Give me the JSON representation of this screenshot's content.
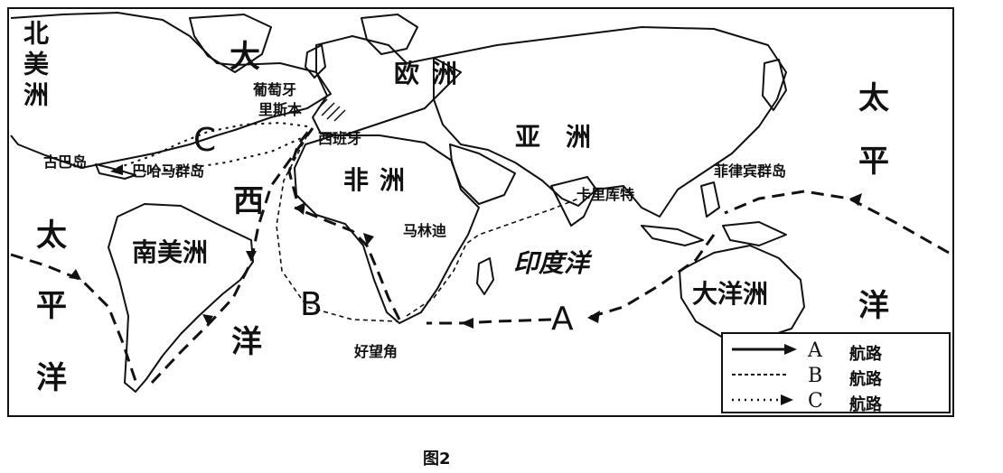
{
  "continents": {
    "north_america": "北美洲",
    "south_america": "南美洲",
    "europe": "欧洲",
    "asia": "亚洲",
    "africa": "非洲",
    "oceania": "大洋洲"
  },
  "oceans": {
    "atlantic": [
      "大",
      "西",
      "洋"
    ],
    "pacific_east": [
      "太",
      "平",
      "洋"
    ],
    "pacific_west": [
      "太",
      "平",
      "洋"
    ],
    "indian": "印度洋"
  },
  "places": {
    "portugal": "葡萄牙",
    "lisbon": "里斯本",
    "spain": "西班牙",
    "cuba": "古巴岛",
    "bahamas": "巴哈马群岛",
    "calicut": "卡里库特",
    "malindi": "马林迪",
    "philippines": "菲律宾群岛",
    "cape": "好望角"
  },
  "routes": {
    "a": "A",
    "b": "B",
    "c": "C"
  },
  "legend": [
    {
      "letter": "A",
      "text": "航路"
    },
    {
      "letter": "B",
      "text": "航路"
    },
    {
      "letter": "C",
      "text": "航路"
    }
  ],
  "caption": "图2"
}
